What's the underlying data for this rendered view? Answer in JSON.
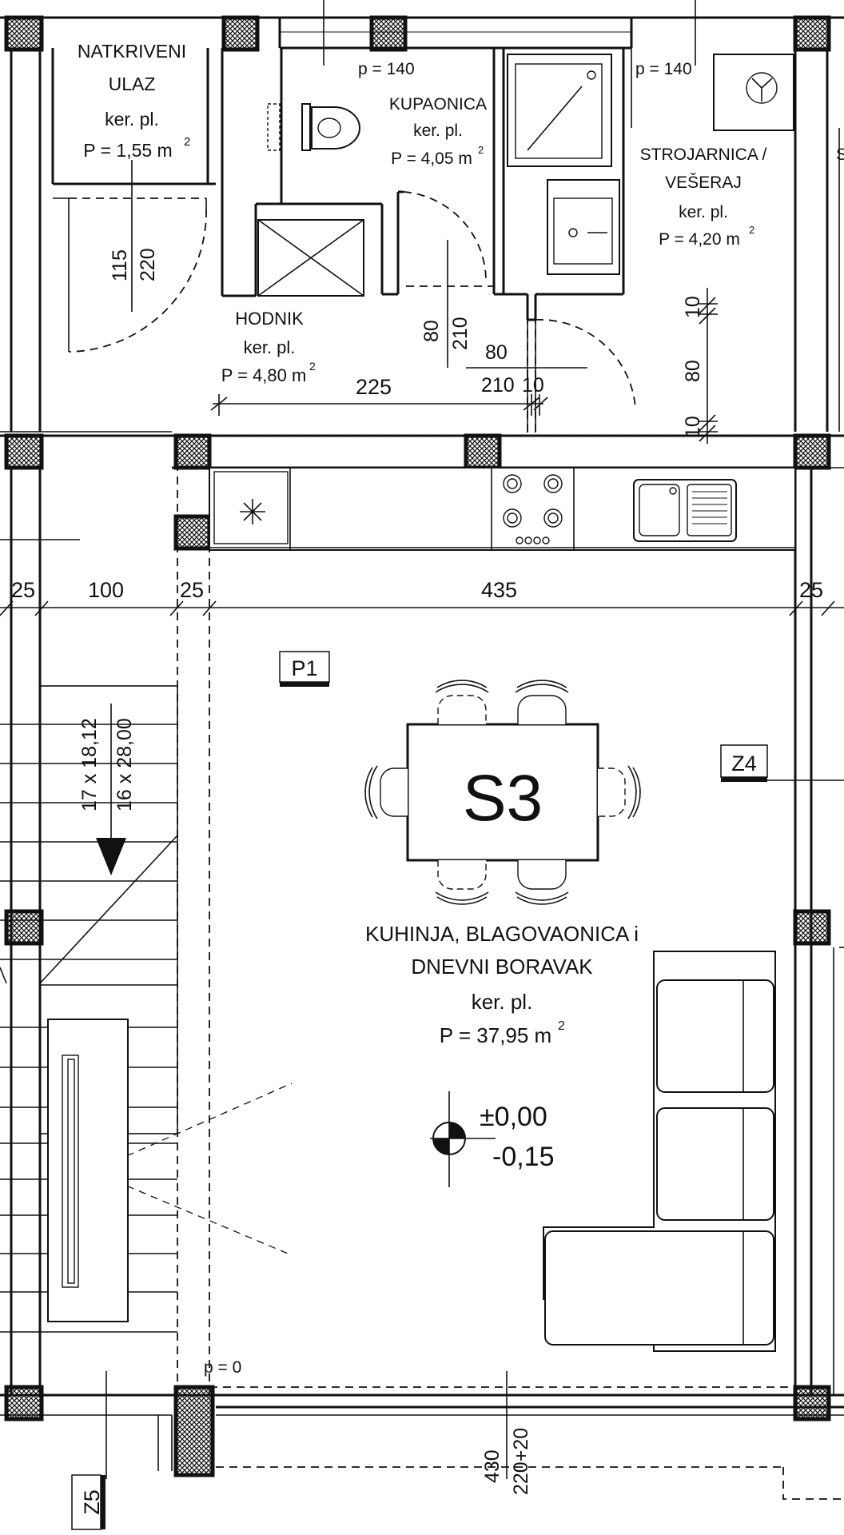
{
  "rooms": {
    "natkriveni": {
      "line1": "NATKRIVENI",
      "line2": "ULAZ",
      "floor": "ker. pl.",
      "area": "P = 1,55 m",
      "sup": "2"
    },
    "kupaonica": {
      "name": "KUPAONICA",
      "floor": "ker. pl.",
      "area": "P = 4,05 m",
      "sup": "2"
    },
    "strojarnica": {
      "line1": "STROJARNICA /",
      "line2": "VEŠERAJ",
      "floor": "ker. pl.",
      "area": "P = 4,20 m",
      "sup": "2"
    },
    "hodnik": {
      "name": "HODNIK",
      "floor": "ker. pl.",
      "area": "P = 4,80 m",
      "sup": "2"
    },
    "kuhinja": {
      "line1": "KUHINJA, BLAGOVAONICA i",
      "line2": "DNEVNI BORAVAK",
      "floor": "ker. pl.",
      "area": "P = 37,95 m",
      "sup": "2"
    }
  },
  "space_code": "S3",
  "elevation": {
    "top": "±0,00",
    "bottom": "-0,15"
  },
  "parapets": {
    "p140_a": "p = 140",
    "p140_b": "p = 140",
    "p0": "p = 0"
  },
  "dimensions": {
    "d115": "115",
    "d220": "220",
    "d80a": "80",
    "d210a": "210",
    "d80b": "80",
    "d210b": "210",
    "d10a": "10",
    "d225": "225",
    "d10b": "10",
    "d80c": "80",
    "d10c": "10",
    "d25a": "25",
    "d100": "100",
    "d25b": "25",
    "d435": "435",
    "d25c": "25",
    "stair1": "17 x 18,12",
    "stair2": "16 x 28,00",
    "d430": "430",
    "d220p20": "220+20"
  },
  "tags": {
    "p1": "P1",
    "z4": "Z4",
    "z5": "Z5"
  },
  "edge_letter": "S"
}
